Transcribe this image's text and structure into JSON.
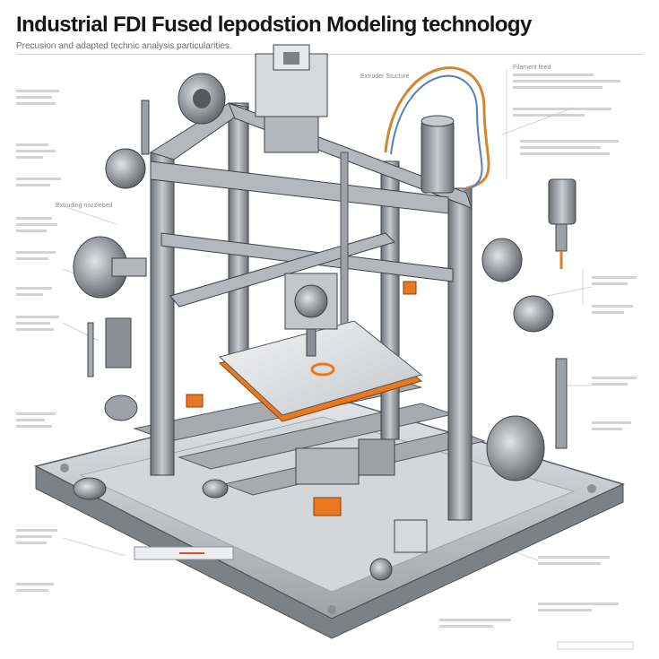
{
  "title": "Industrial FDI Fused lepodstion Modeling technology",
  "subtitle": "Precusion and adapted technic analysis particularities.",
  "labels": {
    "top_center": "Extruder Stucture",
    "left_mid": "Extruding nozzlebed",
    "right_top": "Filament feed"
  },
  "colors": {
    "background": "#ffffff",
    "frame": "#8c9096",
    "frame_dark": "#4f5358",
    "accent_orange": "#e8791e",
    "wire_orange": "#d9832e",
    "wire_blue": "#5a7fb8",
    "text": "#161616"
  }
}
